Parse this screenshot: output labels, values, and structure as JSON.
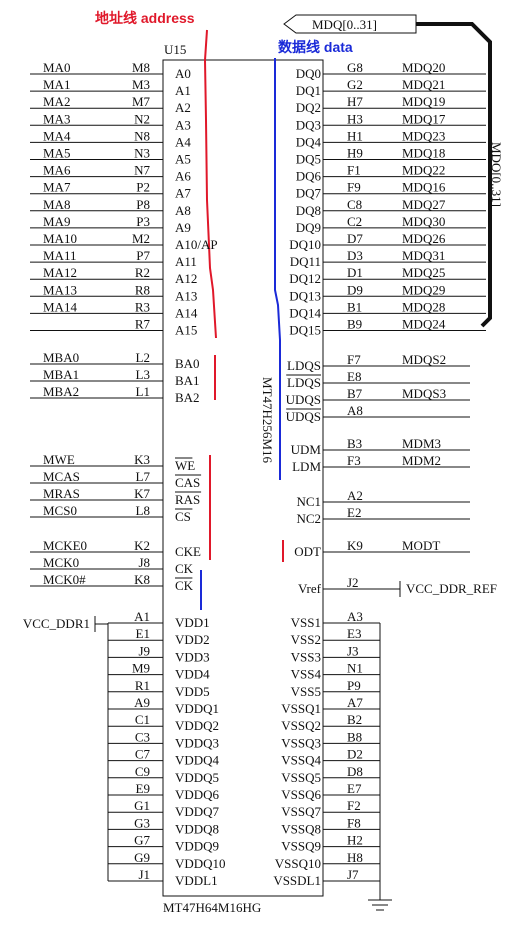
{
  "annotations": {
    "address_label": "地址线 address",
    "data_label": "数据线 data",
    "address_color": "#e0182a",
    "data_color": "#1a2ad8"
  },
  "chip": {
    "ref": "U15",
    "center_label": "MT47H256M16",
    "bottom_label": "MT47H64M16HG"
  },
  "bus": {
    "label": "MDQ[0..31]",
    "vertical_label": "MDQ[0..31]"
  },
  "left_pins": [
    {
      "net": "MA0",
      "num": "M8",
      "name": "A0"
    },
    {
      "net": "MA1",
      "num": "M3",
      "name": "A1"
    },
    {
      "net": "MA2",
      "num": "M7",
      "name": "A2"
    },
    {
      "net": "MA3",
      "num": "N2",
      "name": "A3"
    },
    {
      "net": "MA4",
      "num": "N8",
      "name": "A4"
    },
    {
      "net": "MA5",
      "num": "N3",
      "name": "A5"
    },
    {
      "net": "MA6",
      "num": "N7",
      "name": "A6"
    },
    {
      "net": "MA7",
      "num": "P2",
      "name": "A7"
    },
    {
      "net": "MA8",
      "num": "P8",
      "name": "A8"
    },
    {
      "net": "MA9",
      "num": "P3",
      "name": "A9"
    },
    {
      "net": "MA10",
      "num": "M2",
      "name": "A10/AP"
    },
    {
      "net": "MA11",
      "num": "P7",
      "name": "A11"
    },
    {
      "net": "MA12",
      "num": "R2",
      "name": "A12"
    },
    {
      "net": "MA13",
      "num": "R8",
      "name": "A13"
    },
    {
      "net": "MA14",
      "num": "R3",
      "name": "A14"
    },
    {
      "net": "",
      "num": "R7",
      "name": "A15"
    },
    {
      "net": "MBA0",
      "num": "L2",
      "name": "BA0"
    },
    {
      "net": "MBA1",
      "num": "L3",
      "name": "BA1"
    },
    {
      "net": "MBA2",
      "num": "L1",
      "name": "BA2"
    },
    {
      "net": "MWE",
      "num": "K3",
      "name": "WE"
    },
    {
      "net": "MCAS",
      "num": "L7",
      "name": "CAS"
    },
    {
      "net": "MRAS",
      "num": "K7",
      "name": "RAS"
    },
    {
      "net": "MCS0",
      "num": "L8",
      "name": "CS"
    },
    {
      "net": "MCKE0",
      "num": "K2",
      "name": "CKE"
    },
    {
      "net": "MCK0",
      "num": "J8",
      "name": "CK"
    },
    {
      "net": "MCK0#",
      "num": "K8",
      "name": "CK"
    }
  ],
  "right_pins": [
    {
      "name": "DQ0",
      "num": "G8",
      "net": "MDQ20"
    },
    {
      "name": "DQ1",
      "num": "G2",
      "net": "MDQ21"
    },
    {
      "name": "DQ2",
      "num": "H7",
      "net": "MDQ19"
    },
    {
      "name": "DQ3",
      "num": "H3",
      "net": "MDQ17"
    },
    {
      "name": "DQ4",
      "num": "H1",
      "net": "MDQ23"
    },
    {
      "name": "DQ5",
      "num": "H9",
      "net": "MDQ18"
    },
    {
      "name": "DQ6",
      "num": "F1",
      "net": "MDQ22"
    },
    {
      "name": "DQ7",
      "num": "F9",
      "net": "MDQ16"
    },
    {
      "name": "DQ8",
      "num": "C8",
      "net": "MDQ27"
    },
    {
      "name": "DQ9",
      "num": "C2",
      "net": "MDQ30"
    },
    {
      "name": "DQ10",
      "num": "D7",
      "net": "MDQ26"
    },
    {
      "name": "DQ11",
      "num": "D3",
      "net": "MDQ31"
    },
    {
      "name": "DQ12",
      "num": "D1",
      "net": "MDQ25"
    },
    {
      "name": "DQ13",
      "num": "D9",
      "net": "MDQ29"
    },
    {
      "name": "DQ14",
      "num": "B1",
      "net": "MDQ28"
    },
    {
      "name": "DQ15",
      "num": "B9",
      "net": "MDQ24"
    },
    {
      "name": "LDQS",
      "num": "F7",
      "net": "MDQS2"
    },
    {
      "name": "LDQS",
      "num": "E8",
      "net": ""
    },
    {
      "name": "UDQS",
      "num": "B7",
      "net": "MDQS3"
    },
    {
      "name": "UDQS",
      "num": "A8",
      "net": ""
    },
    {
      "name": "UDM",
      "num": "B3",
      "net": "MDM3"
    },
    {
      "name": "LDM",
      "num": "F3",
      "net": "MDM2"
    },
    {
      "name": "NC1",
      "num": "A2",
      "net": ""
    },
    {
      "name": "NC2",
      "num": "E2",
      "net": ""
    },
    {
      "name": "ODT",
      "num": "K9",
      "net": "MODT"
    },
    {
      "name": "Vref",
      "num": "J2",
      "net": "VCC_DDR_REF"
    }
  ],
  "power_left": {
    "net": "VCC_DDR1",
    "pins": [
      {
        "num": "A1",
        "name": "VDD1"
      },
      {
        "num": "E1",
        "name": "VDD2"
      },
      {
        "num": "J9",
        "name": "VDD3"
      },
      {
        "num": "M9",
        "name": "VDD4"
      },
      {
        "num": "R1",
        "name": "VDD5"
      },
      {
        "num": "A9",
        "name": "VDDQ1"
      },
      {
        "num": "C1",
        "name": "VDDQ2"
      },
      {
        "num": "C3",
        "name": "VDDQ3"
      },
      {
        "num": "C7",
        "name": "VDDQ4"
      },
      {
        "num": "C9",
        "name": "VDDQ5"
      },
      {
        "num": "E9",
        "name": "VDDQ6"
      },
      {
        "num": "G1",
        "name": "VDDQ7"
      },
      {
        "num": "G3",
        "name": "VDDQ8"
      },
      {
        "num": "G7",
        "name": "VDDQ9"
      },
      {
        "num": "G9",
        "name": "VDDQ10"
      },
      {
        "num": "J1",
        "name": "VDDL1"
      }
    ]
  },
  "power_right": {
    "pins": [
      {
        "num": "A3",
        "name": "VSS1"
      },
      {
        "num": "E3",
        "name": "VSS2"
      },
      {
        "num": "J3",
        "name": "VSS3"
      },
      {
        "num": "N1",
        "name": "VSS4"
      },
      {
        "num": "P9",
        "name": "VSS5"
      },
      {
        "num": "A7",
        "name": "VSSQ1"
      },
      {
        "num": "B2",
        "name": "VSSQ2"
      },
      {
        "num": "B8",
        "name": "VSSQ3"
      },
      {
        "num": "D2",
        "name": "VSSQ4"
      },
      {
        "num": "D8",
        "name": "VSSQ5"
      },
      {
        "num": "E7",
        "name": "VSSQ6"
      },
      {
        "num": "F2",
        "name": "VSSQ7"
      },
      {
        "num": "F8",
        "name": "VSSQ8"
      },
      {
        "num": "H2",
        "name": "VSSQ9"
      },
      {
        "num": "H8",
        "name": "VSSQ10"
      },
      {
        "num": "J7",
        "name": "VSSDL1"
      }
    ]
  }
}
